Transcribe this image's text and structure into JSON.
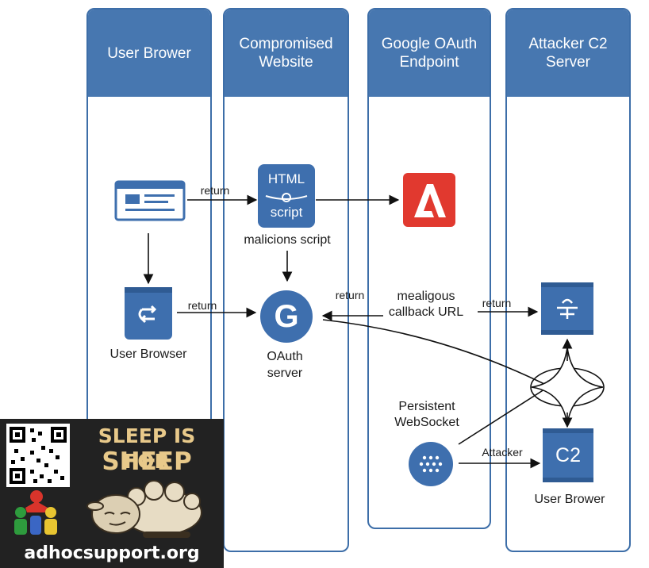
{
  "lanes": [
    {
      "title": "User Brower"
    },
    {
      "title": "Compromised Website"
    },
    {
      "title": "Google OAuth Endpoint"
    },
    {
      "title": "Attacker C2 Server"
    }
  ],
  "nodes": {
    "browser_window": {
      "icon": "browser-window-icon"
    },
    "user_browser": {
      "label": "User Browser",
      "icon": "redirect-arrows-icon"
    },
    "html_script": {
      "line1": "HTML",
      "line2": "script",
      "caption": "malicions script"
    },
    "adobe_app": {
      "icon": "adobe-a-icon"
    },
    "oauth_server": {
      "letter": "G",
      "label_line1": "OAuth",
      "label_line2": "server"
    },
    "c2_server_icon": {
      "icon": "server-sign-icon"
    },
    "websocket": {
      "label_line1": "Persistent",
      "label_line2": "WebSocket",
      "icon": "dots-grid-icon"
    },
    "c2_box": {
      "text": "C2",
      "label": "User Brower"
    }
  },
  "edge_labels": {
    "browser_to_script": "return",
    "userbrowser_to_oauth": "return",
    "oauth_return": "return",
    "callback_line1": "mealigous",
    "callback_line2": "callback URL",
    "callback_return": "return",
    "attacker": "Attacker"
  },
  "watermark": {
    "line1": "SLEEP IS FOR",
    "line2": "SHEEP",
    "site": "adhocsupport.org"
  },
  "colors": {
    "lane_header": "#4777b0",
    "lane_border": "#3d6ea8",
    "icon_blue": "#3e6fae",
    "adobe_red": "#e1392f"
  }
}
